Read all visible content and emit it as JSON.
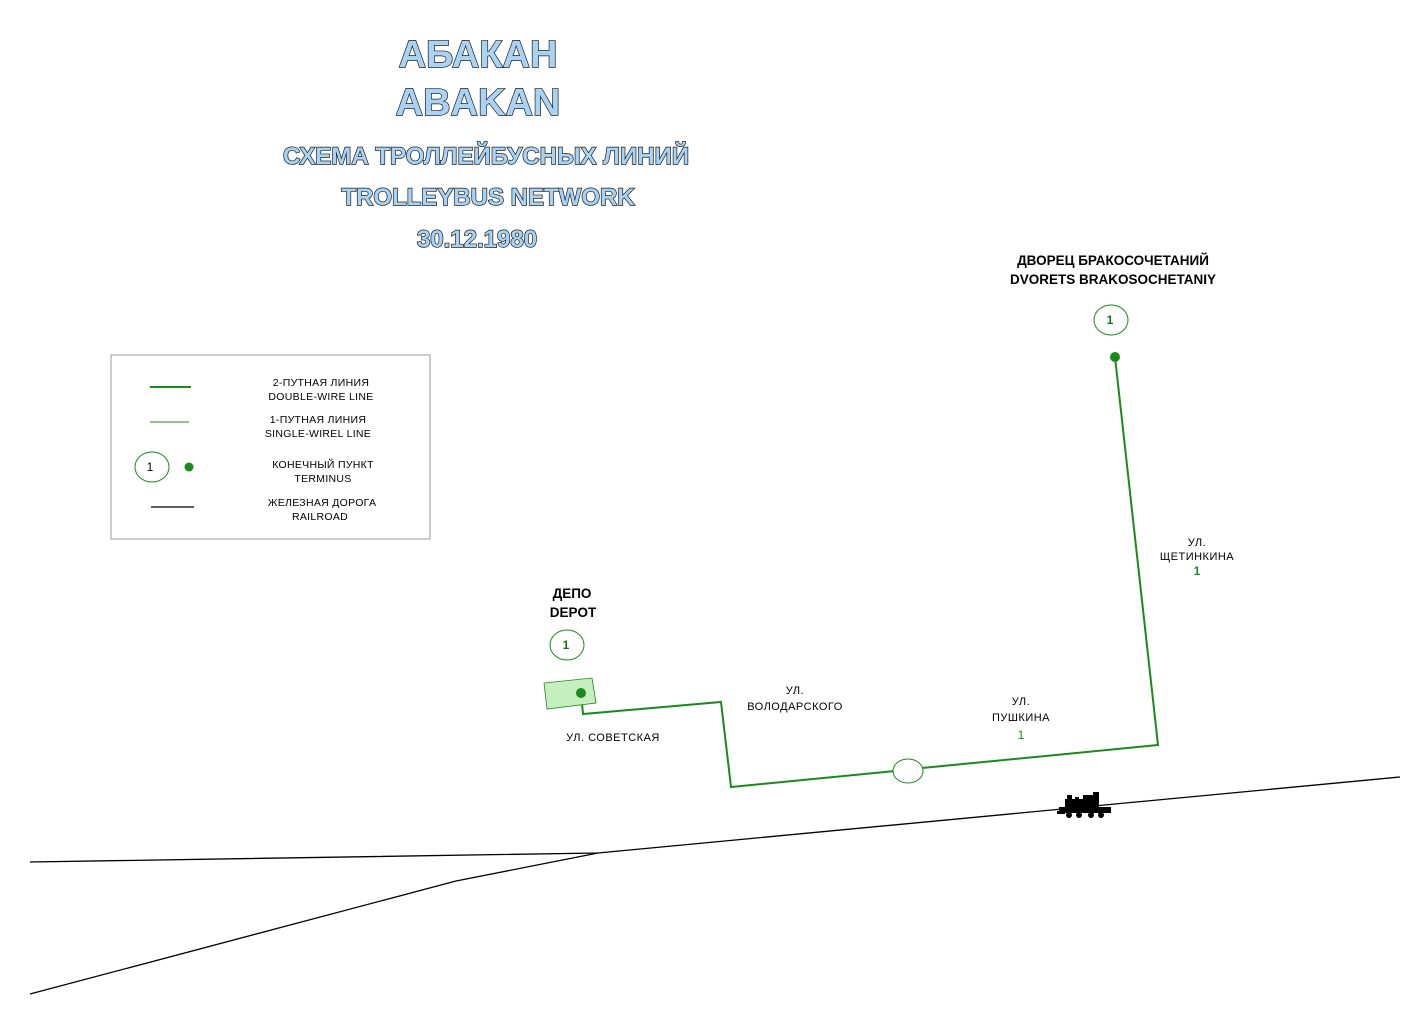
{
  "title": {
    "ru_city": "АБАКАН",
    "en_city": "ABAKAN",
    "ru_subtitle": "СХЕМА ТРОЛЛЕЙБУСНЫХ ЛИНИЙ",
    "en_subtitle": "TROLLEYBUS NETWORK",
    "date": "30.12.1980"
  },
  "legend": {
    "double_wire_ru": "2-ПУТНАЯ ЛИНИЯ",
    "double_wire_en": "DOUBLE-WIRE LINE",
    "single_wire_ru": "1-ПУТНАЯ ЛИНИЯ",
    "single_wire_en": "SINGLE-WIREL LINE",
    "terminus_num": "1",
    "terminus_ru": "КОНЕЧНЫЙ ПУНКТ",
    "terminus_en": "TERMINUS",
    "railroad_ru": "ЖЕЛЕЗНАЯ ДОРОГА",
    "railroad_en": "RAILROAD"
  },
  "places": {
    "palace_ru": "ДВОРЕЦ БРАКОСОЧЕТАНИЙ",
    "palace_en": "DVORETS BRAKOSOCHETANIY",
    "palace_route": "1",
    "depot_ru": "ДЕПО",
    "depot_en": "DEPOT",
    "depot_route": "1"
  },
  "streets": {
    "sovetskaya": "УЛ. СОВЕТСКАЯ",
    "volodarskogo_1": "УЛ.",
    "volodarskogo_2": "ВОЛОДАРСКОГО",
    "pushkina_1": "УЛ.",
    "pushkina_2": "ПУШКИНА",
    "pushkina_route": "1",
    "shchetinkina_1": "УЛ.",
    "shchetinkina_2": "ЩЕТИНКИНА",
    "shchetinkina_route": "1"
  },
  "colors": {
    "trolleybus_line": "#1a8a1a",
    "railroad": "#000000",
    "depot_fill": "#c6efc0",
    "title_fill": "#a8d3f5"
  },
  "icons": {
    "railway_station": "locomotive-icon"
  }
}
